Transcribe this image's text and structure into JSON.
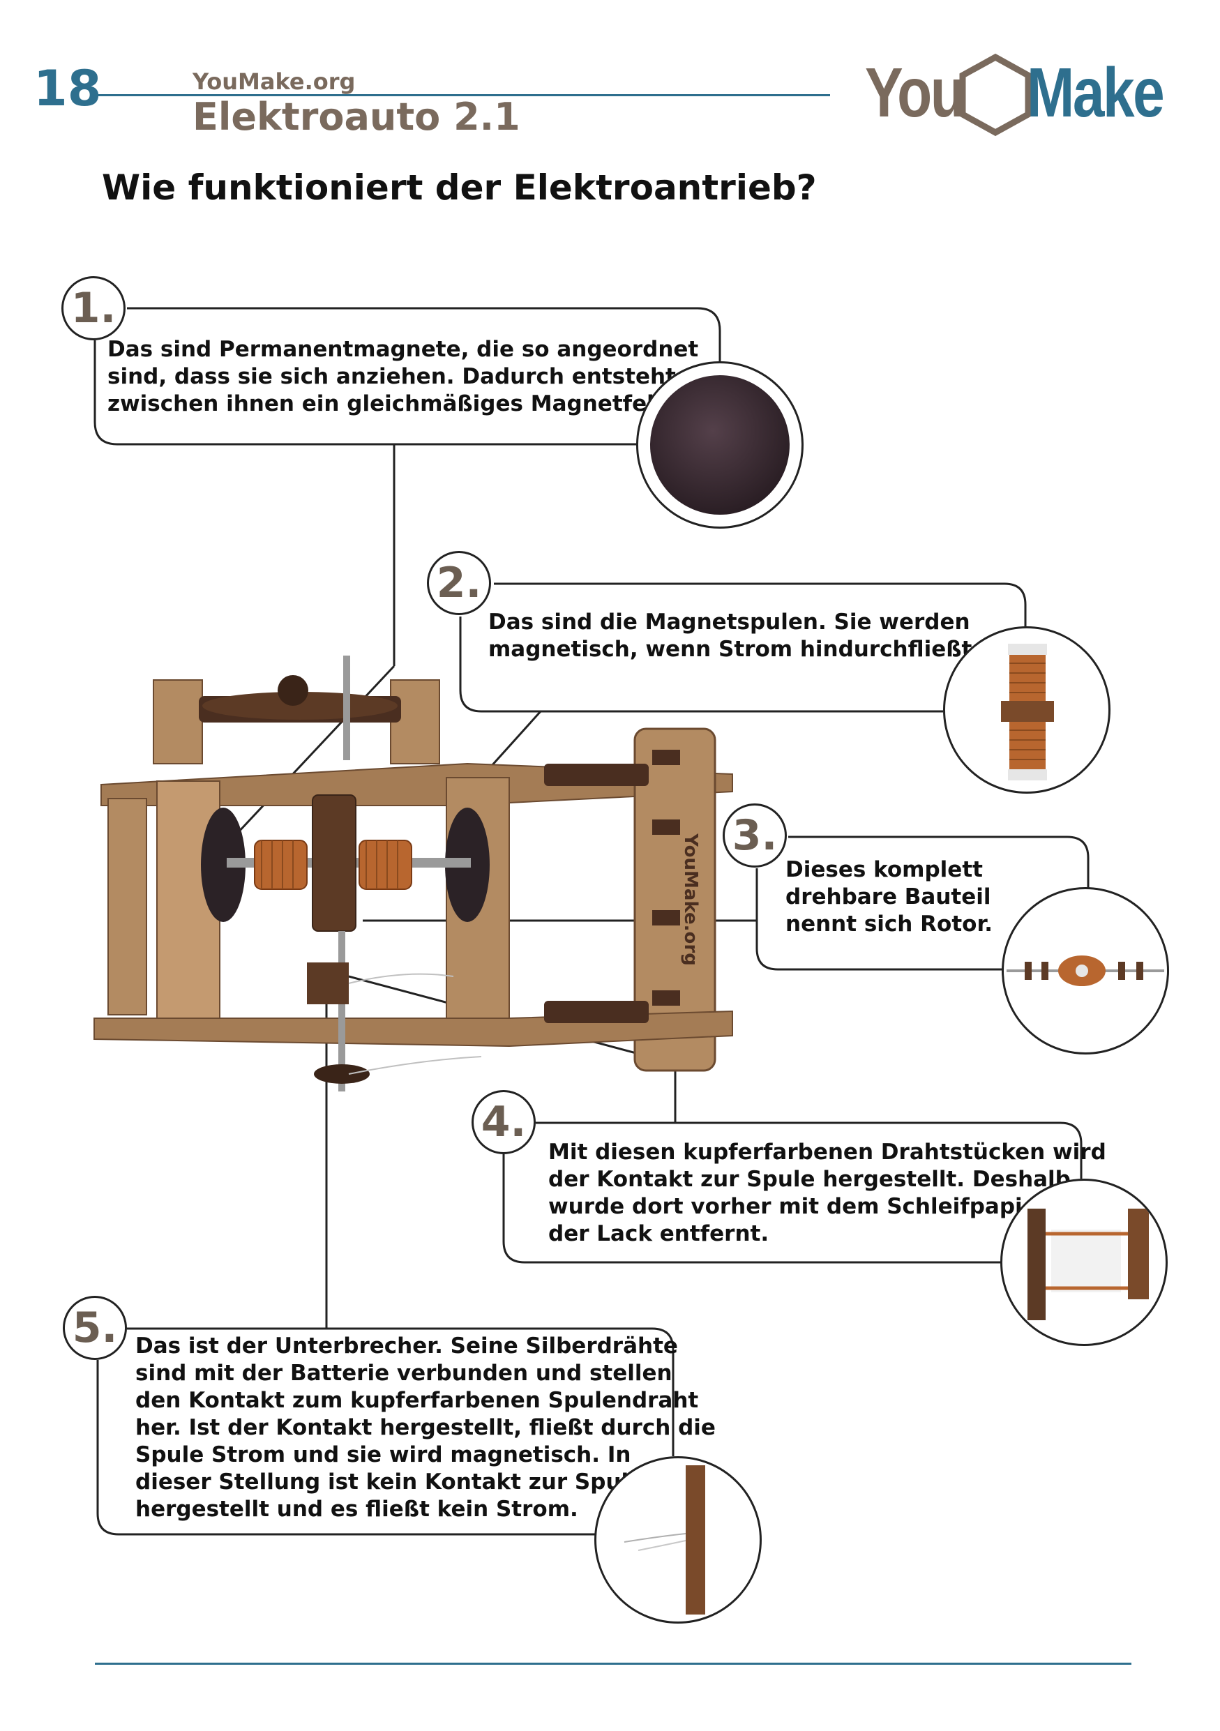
{
  "header": {
    "page_number": "18",
    "site": "YouMake.org",
    "doc_title": "Elektroauto 2.1",
    "logo_left": "You",
    "logo_right": "Make"
  },
  "heading": "Wie funktioniert der Elektroantrieb?",
  "motor_label": "YouMake.org",
  "callouts": [
    {
      "number": "1.",
      "lines": [
        "Das sind Permanentmagnete, die so angeordnet",
        "sind, dass sie sich anziehen. Dadurch entsteht",
        "zwischen ihnen ein gleichmäßiges Magnetfeld."
      ],
      "photo": "permanent-magnet"
    },
    {
      "number": "2.",
      "lines": [
        "Das sind die Magnetspulen. Sie werden",
        "magnetisch, wenn Strom hindurchfließt."
      ],
      "photo": "magnet-coil"
    },
    {
      "number": "3.",
      "lines": [
        "Dieses komplett",
        "drehbare Bauteil",
        "nennt sich Rotor."
      ],
      "photo": "rotor"
    },
    {
      "number": "4.",
      "lines": [
        "Mit diesen kupferfarbenen Drahtstücken wird",
        "der Kontakt zur Spule hergestellt. Deshalb",
        "wurde dort vorher mit dem Schleifpapier",
        "der Lack entfernt."
      ],
      "photo": "copper-contact"
    },
    {
      "number": "5.",
      "lines": [
        "Das ist der Unterbrecher. Seine Silberdrähte",
        "sind mit der Batterie verbunden und stellen",
        "den Kontakt zum kupferfarbenen Spulendraht",
        "her. Ist der Kontakt hergestellt, fließt durch die",
        "Spule Strom und sie wird magnetisch. In",
        "dieser Stellung ist kein Kontakt zur Spule",
        "hergestellt und es fließt kein Strom."
      ],
      "photo": "interrupter"
    }
  ],
  "colors": {
    "accent_blue": "#2e6f8e",
    "brand_brown": "#7a6a5d",
    "wood": "#b38b62",
    "dark_wood": "#5c3a25",
    "copper": "#b8662f"
  }
}
